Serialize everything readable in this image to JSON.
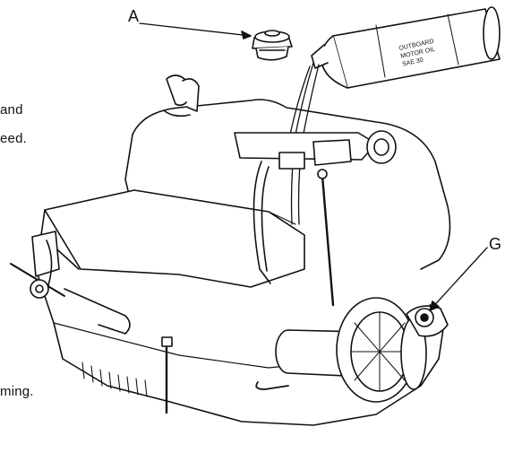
{
  "callouts": {
    "a": "A",
    "g": "G"
  },
  "caption_fragments": [
    "and",
    "eed.",
    "ming."
  ],
  "can_label_lines": [
    "OUTBOARD",
    "MOTOR OIL",
    "SAE 30"
  ]
}
